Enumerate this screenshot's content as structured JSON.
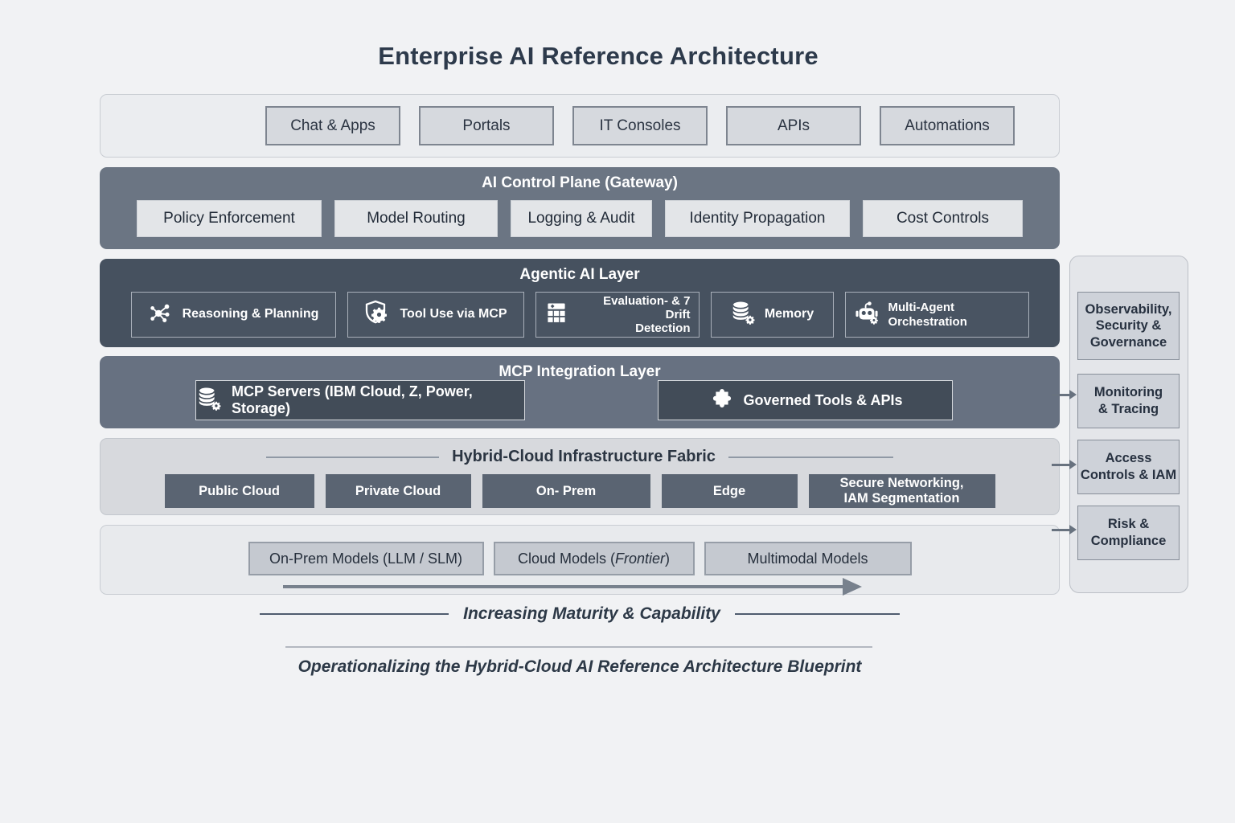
{
  "title": "Enterprise AI Reference Architecture",
  "top_row": {
    "items": [
      {
        "label": "Chat & Apps"
      },
      {
        "label": "Portals"
      },
      {
        "label": "IT Consoles"
      },
      {
        "label": "APIs"
      },
      {
        "label": "Automations"
      }
    ]
  },
  "control_plane": {
    "header": "AI Control Plane (Gateway)",
    "items": [
      {
        "label": "Policy Enforcement"
      },
      {
        "label": "Model Routing"
      },
      {
        "label": "Logging & Audit"
      },
      {
        "label": "Identity Propagation"
      },
      {
        "label": "Cost Controls"
      }
    ]
  },
  "agentic_layer": {
    "header": "Agentic AI Layer",
    "items": [
      {
        "label": "Reasoning & Planning",
        "icon": "network-graph-icon"
      },
      {
        "label": "Tool Use via MCP",
        "icon": "shield-gear-icon"
      },
      {
        "label": "Evaluation- & 7 Drift\nDetection",
        "icon": "evaluation-grid-icon"
      },
      {
        "label": "Memory",
        "icon": "database-gear-icon"
      },
      {
        "label": "Multi-Agent Orchestration",
        "icon": "robot-gear-icon"
      }
    ]
  },
  "mcp_layer": {
    "header": "MCP Integration Layer",
    "items": [
      {
        "label": "MCP Servers (IBM Cloud, Z, Power, Storage)",
        "icon": "database-gear-icon"
      },
      {
        "label": "Governed Tools & APIs",
        "icon": "governed-tools-icon"
      }
    ]
  },
  "hybrid_fabric": {
    "header": "Hybrid-Cloud Infrastructure Fabric",
    "items": [
      {
        "label": "Public Cloud"
      },
      {
        "label": "Private Cloud"
      },
      {
        "label": "On- Prem"
      },
      {
        "label": "Edge"
      },
      {
        "label": "Secure Networking,\nIAM Segmentation"
      }
    ]
  },
  "models_row": {
    "items": [
      {
        "label": "On-Prem Models (LLM / SLM)"
      },
      {
        "prefix": "Cloud Models (",
        "italic": "Frontier",
        "suffix": ")"
      },
      {
        "label": "Multimodal Models"
      }
    ]
  },
  "sidebar": {
    "items": [
      "Observability,\nSecurity &\nGovernance",
      "Monitoring\n& Tracing",
      "Access\nControls & IAM",
      "Risk &\nCompliance"
    ]
  },
  "captions": {
    "maturity": "Increasing Maturity & Capability",
    "blueprint": "Operationalizing the Hybrid-Cloud AI Reference Architecture Blueprint"
  },
  "colors": {
    "background": "#f1f2f4",
    "control_band": "#6b7583",
    "agentic_band": "#46515f",
    "mcp_band": "#677181",
    "mcp_box": "#424c58",
    "hybrid_band": "#d7d9dd",
    "hybrid_box": "#5a6472",
    "light_box": "#d6d9de",
    "model_box": "#c5c9d0",
    "sidebar_box": "#ced2d9",
    "arrow": "#68727f",
    "text_dark": "#2d3a4b",
    "text_light": "#ffffff"
  }
}
